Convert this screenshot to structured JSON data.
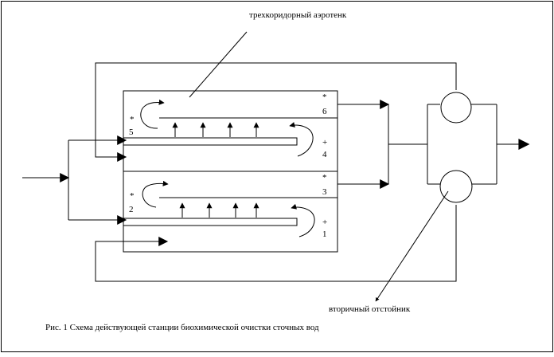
{
  "labels": {
    "aerotank": "трехкоридорный аэротенк",
    "settler": "вторичный отстойник",
    "caption": "Рис. 1 Схема действующей станции биохимической очистки сточных вод"
  },
  "markers": {
    "m1_sign": "+",
    "m1_num": "1",
    "m2_sign": "*",
    "m2_num": "2",
    "m3_sign": "*",
    "m3_num": "3",
    "m4_sign": "+",
    "m4_num": "4",
    "m5_sign": "*",
    "m5_num": "5",
    "m6_sign": "*",
    "m6_num": "6"
  },
  "colors": {
    "line": "#000000",
    "background": "#ffffff"
  }
}
